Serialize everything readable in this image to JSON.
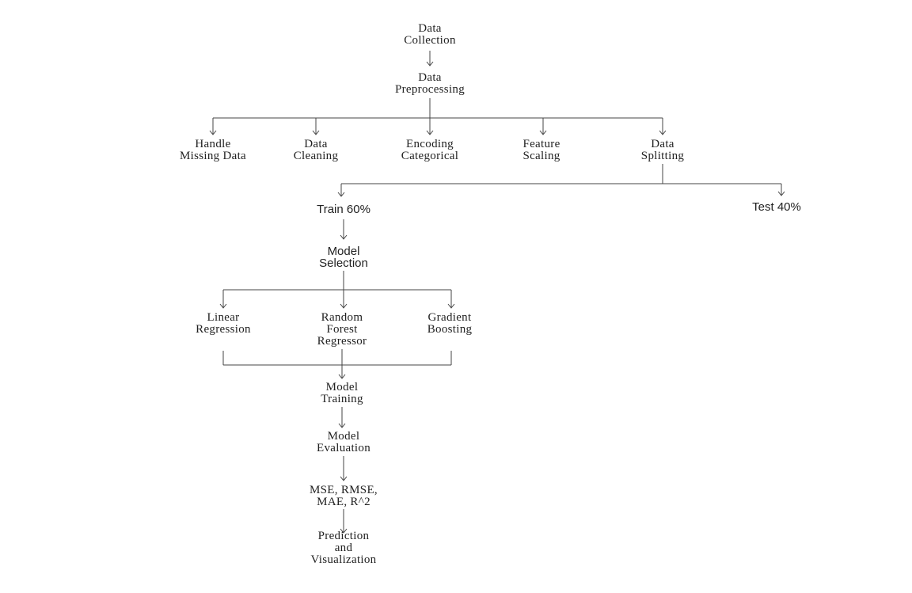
{
  "diagram": {
    "line_color": "#444444",
    "nodes": {
      "data_collection": [
        "Data",
        "Collection"
      ],
      "data_preprocessing": [
        "Data",
        "Preprocessing"
      ],
      "handle_missing": [
        "Handle",
        "Missing Data"
      ],
      "data_cleaning": [
        "Data",
        "Cleaning"
      ],
      "encoding": [
        "Encoding",
        "Categorical"
      ],
      "feature_scaling": [
        "Feature",
        "Scaling"
      ],
      "data_splitting": [
        "Data",
        "Splitting"
      ],
      "train": [
        "Train 60%"
      ],
      "test": [
        "Test 40%"
      ],
      "model_selection": [
        "Model",
        "Selection"
      ],
      "linear_regression": [
        "Linear",
        "Regression"
      ],
      "random_forest": [
        "Random",
        "Forest",
        "Regressor"
      ],
      "gradient_boosting": [
        "Gradient",
        "Boosting"
      ],
      "model_training": [
        "Model",
        "Training"
      ],
      "model_evaluation": [
        "Model",
        "Evaluation"
      ],
      "metrics": [
        "MSE, RMSE,",
        "MAE, R^2"
      ],
      "prediction": [
        "Prediction",
        "and",
        "Visualization"
      ]
    }
  }
}
